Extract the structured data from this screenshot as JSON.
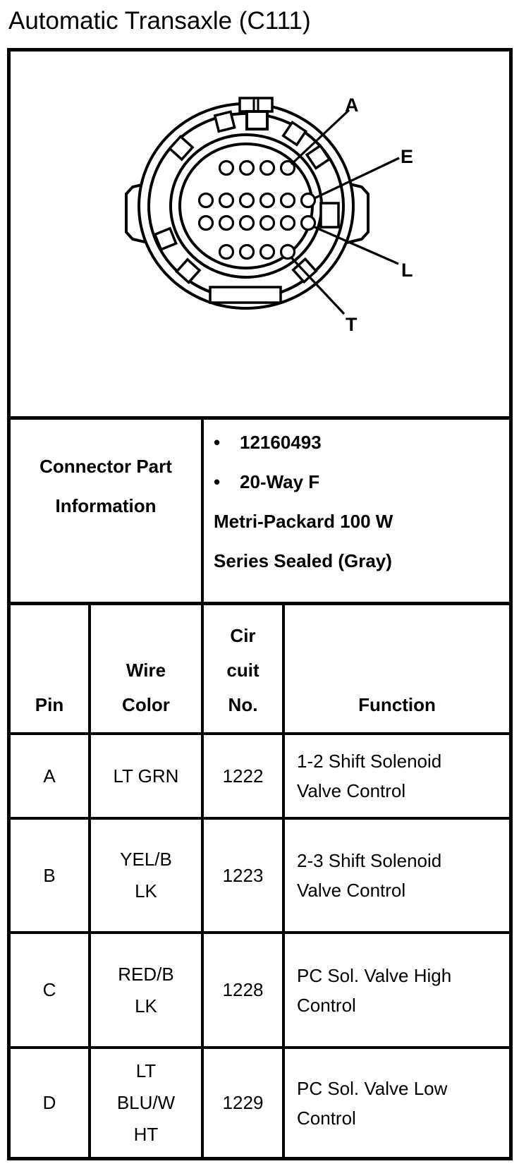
{
  "page_title": "Automatic Transaxle (C111)",
  "diagram": {
    "pin_rows": [
      4,
      6,
      6,
      4
    ],
    "labels": [
      {
        "text": "A"
      },
      {
        "text": "E"
      },
      {
        "text": "L"
      },
      {
        "text": "T"
      }
    ]
  },
  "connector_info": {
    "label": "Connector Part\nInformation",
    "bullet_glyph": "•",
    "lines": [
      {
        "bulleted": true,
        "text": "12160493"
      },
      {
        "bulleted": true,
        "text": "20-Way F"
      },
      {
        "bulleted": false,
        "text": "Metri-Packard 100 W"
      },
      {
        "bulleted": false,
        "text": "Series Sealed (Gray)"
      }
    ]
  },
  "table": {
    "headers": {
      "pin": "Pin",
      "wire_color": "Wire\nColor",
      "circuit_no": "Cir\ncuit\nNo.",
      "function": "Function"
    },
    "rows": [
      {
        "pin": "A",
        "wire_color": "LT GRN",
        "circuit_no": "1222",
        "function": "1-2 Shift Solenoid\nValve Control"
      },
      {
        "pin": "B",
        "wire_color": "YEL/B\nLK",
        "circuit_no": "1223",
        "function": "2-3 Shift Solenoid\nValve Control"
      },
      {
        "pin": "C",
        "wire_color": "RED/B\nLK",
        "circuit_no": "1228",
        "function": "PC Sol. Valve High\nControl"
      },
      {
        "pin": "D",
        "wire_color": "LT\nBLU/W\nHT",
        "circuit_no": "1229",
        "function": "PC Sol. Valve Low\nControl"
      }
    ]
  }
}
